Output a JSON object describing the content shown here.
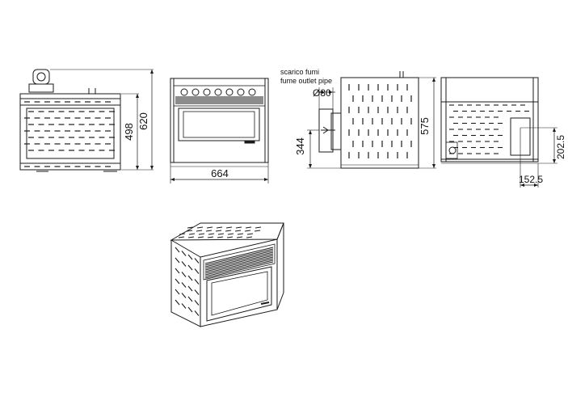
{
  "colors": {
    "line": "#1a1a1a",
    "dim": "#333333",
    "fill": "#ffffff",
    "grill": "#2a2a2a"
  },
  "front_view": {
    "dim_height_total": "620",
    "dim_height_body": "498"
  },
  "front_glass_view": {
    "dim_width": "664"
  },
  "side_view": {
    "outlet_label_it": "scarico fumi",
    "outlet_label_en": "fume outlet pipe",
    "dim_pipe_diameter": "Ø80",
    "dim_outlet_height": "344",
    "dim_height": "575"
  },
  "rear_view": {
    "dim_outlet_offset_height": "202.5",
    "dim_outlet_offset_width": "152.5"
  },
  "isometric_view": {}
}
